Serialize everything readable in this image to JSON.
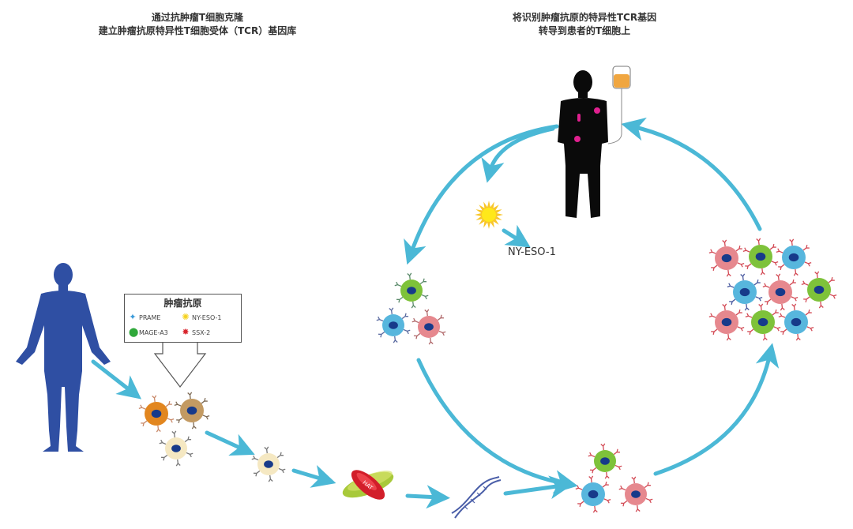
{
  "captions": {
    "left_line1": "通过抗肿瘤T细胞克隆",
    "left_line2": "建立肿瘤抗原特异性T细胞受体（TCR）基因库",
    "right_line1": "将识别肿瘤抗原的特异性TCR基因",
    "right_line2": "转导到患者的T细胞上"
  },
  "legend": {
    "title": "肿瘤抗原",
    "items": [
      {
        "label": "PRAME",
        "icon": "blue-cross-icon",
        "color": "#3a9ad9",
        "glyph": "✦"
      },
      {
        "label": "NY-ESO-1",
        "icon": "yellow-sun-icon",
        "color": "#f5d21e",
        "glyph": "✺"
      },
      {
        "label": "MAGE-A3",
        "icon": "green-blob-icon",
        "color": "#2fa83a",
        "glyph": "⬤"
      },
      {
        "label": "SSX-2",
        "icon": "red-star-icon",
        "color": "#d8262e",
        "glyph": "✸"
      }
    ]
  },
  "antigen_label": "NY-ESO-1",
  "vector_label": "HAT",
  "colors": {
    "arrow": "#4bb8d6",
    "donor_body": "#2f4fa3",
    "patient_body": "#0a0a0a",
    "tumor_spot": "#e0208f",
    "nucleus": "#173a8a",
    "cell_orange": "#e2861f",
    "cell_tan": "#c39a62",
    "cell_cream": "#f5e8c2",
    "cell_green": "#7ec23a",
    "cell_blue": "#57b6dd",
    "cell_pink": "#e6888e",
    "iv_fluid": "#f0a640",
    "dna": "#4a5ea8"
  }
}
